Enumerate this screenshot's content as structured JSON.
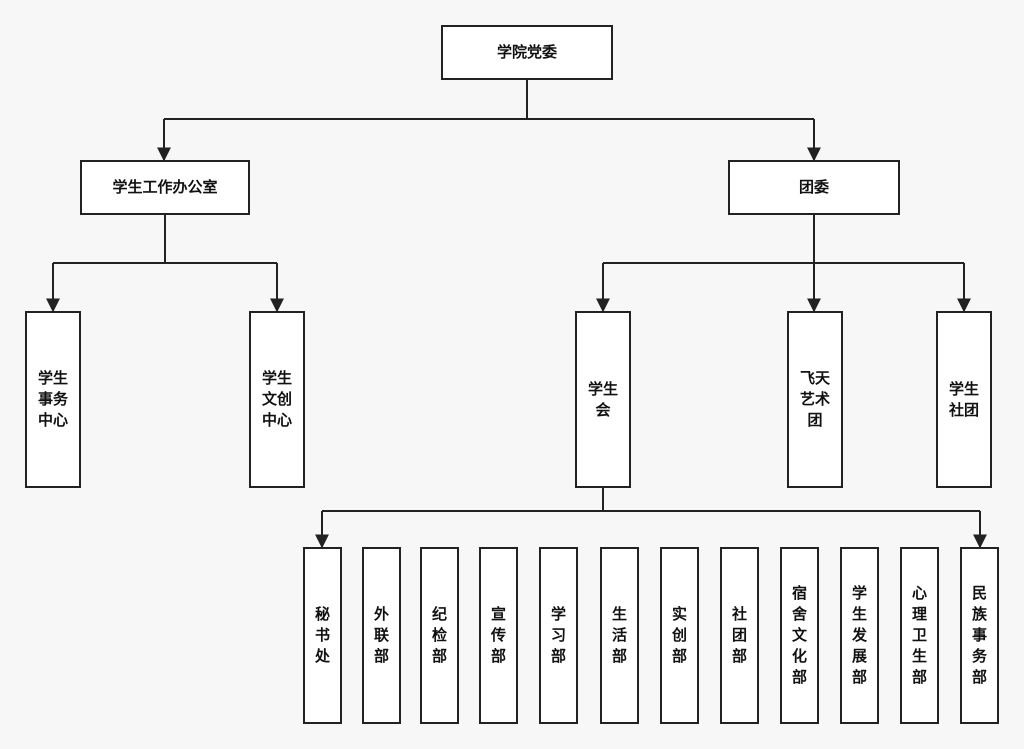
{
  "org": {
    "root": "学院党委",
    "l1": {
      "office": "学生工作办公室",
      "youth": "团委"
    },
    "l2": {
      "affairs": "学生\n事务\n中心",
      "culture": "学生\n文创\n中心",
      "union": "学生\n会",
      "arts": "飞天\n艺术\n团",
      "clubs": "学生\n社团"
    },
    "depts": [
      "秘\n书\n处",
      "外\n联\n部",
      "纪\n检\n部",
      "宣\n传\n部",
      "学\n习\n部",
      "生\n活\n部",
      "实\n创\n部",
      "社\n团\n部",
      "宿\n舍\n文\n化\n部",
      "学\n生\n发\n展\n部",
      "心\n理\n卫\n生\n部",
      "民\n族\n事\n务\n部"
    ]
  }
}
